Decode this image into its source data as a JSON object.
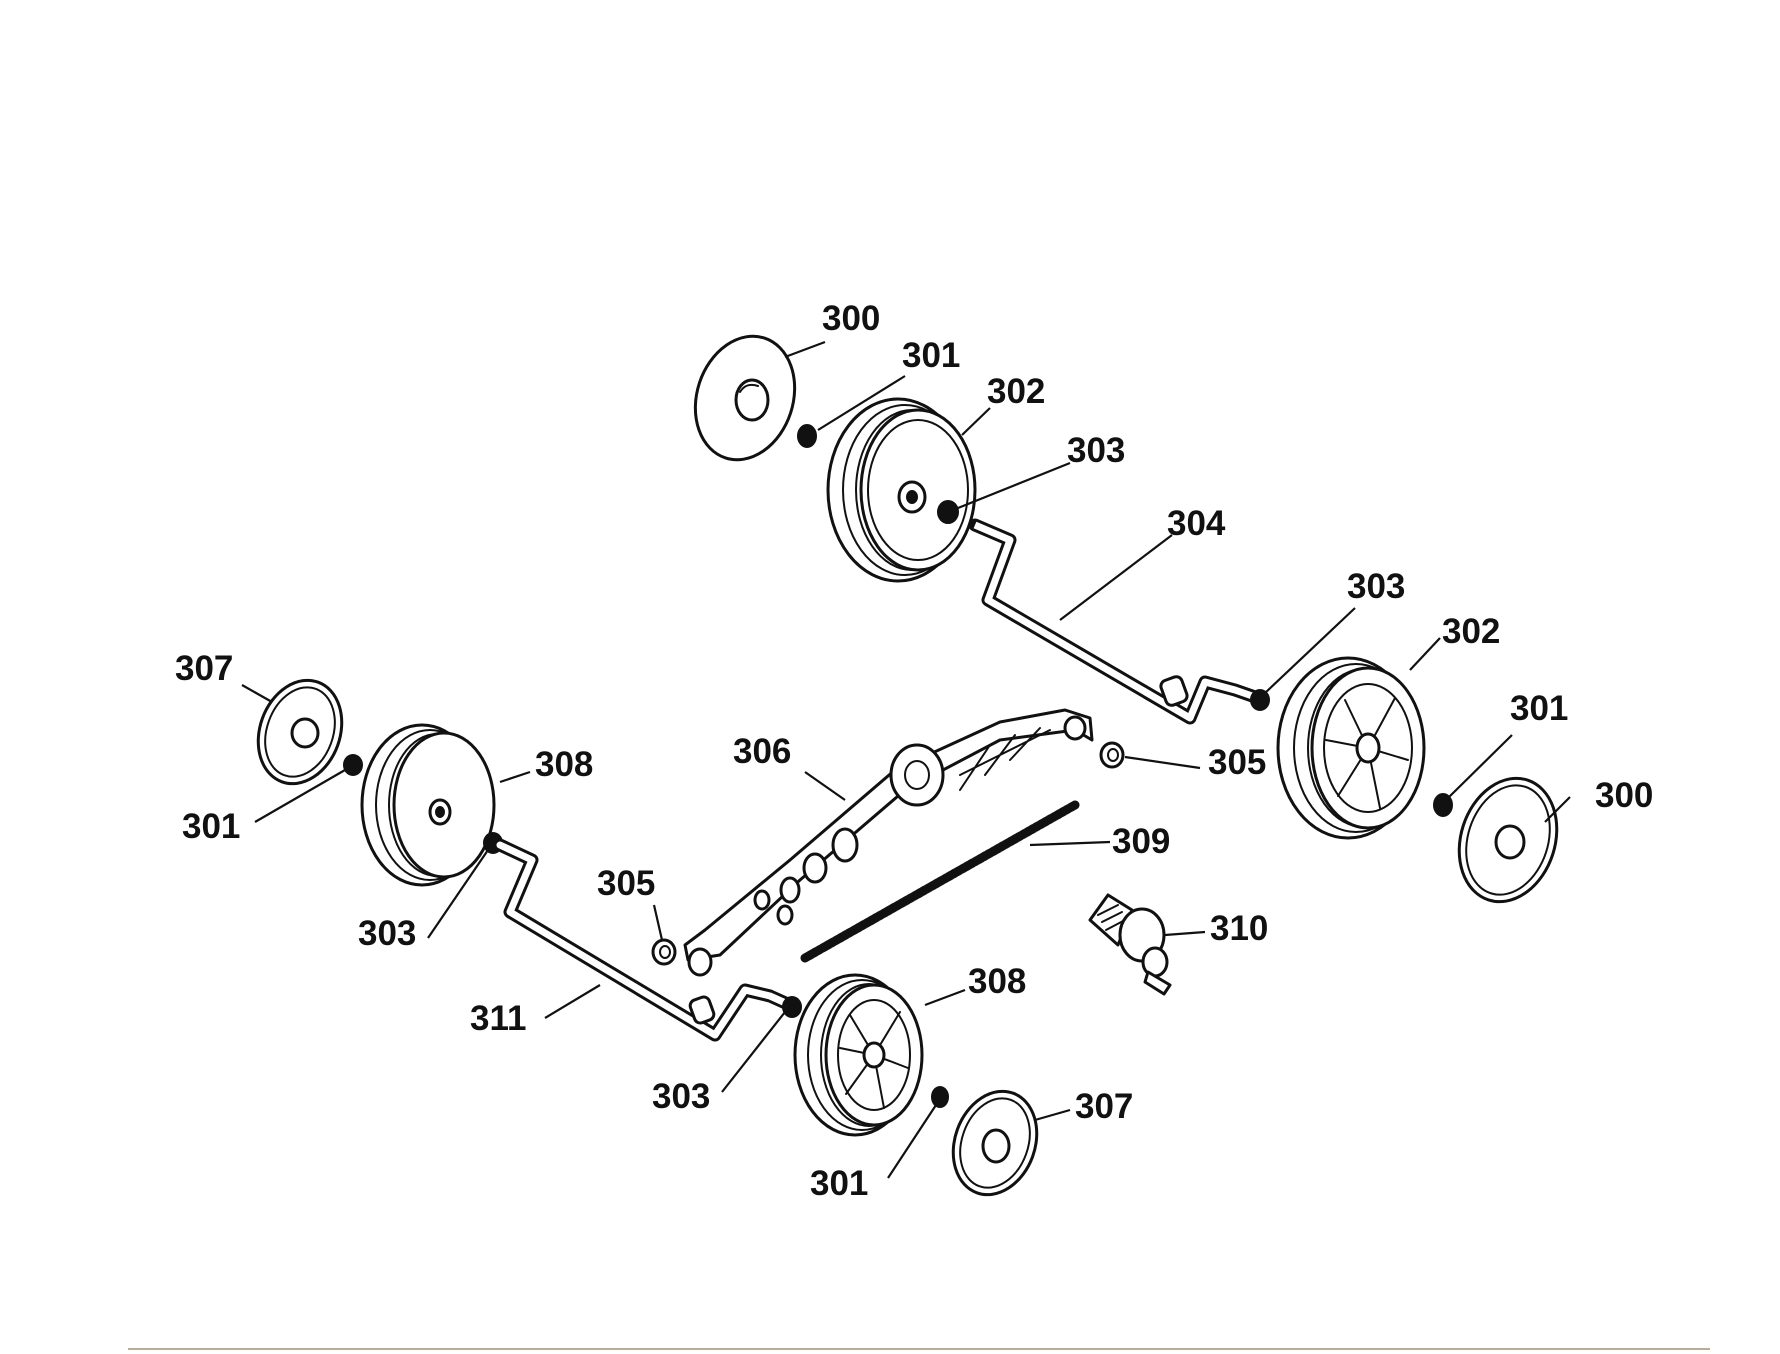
{
  "diagram": {
    "callouts": [
      {
        "id": "c300a",
        "text": "300"
      },
      {
        "id": "c301a",
        "text": "301"
      },
      {
        "id": "c302a",
        "text": "302"
      },
      {
        "id": "c303a",
        "text": "303"
      },
      {
        "id": "c304",
        "text": "304"
      },
      {
        "id": "c303b",
        "text": "303"
      },
      {
        "id": "c302b",
        "text": "302"
      },
      {
        "id": "c301b",
        "text": "301"
      },
      {
        "id": "c300b",
        "text": "300"
      },
      {
        "id": "c305a",
        "text": "305"
      },
      {
        "id": "c306",
        "text": "306"
      },
      {
        "id": "c309",
        "text": "309"
      },
      {
        "id": "c310",
        "text": "310"
      },
      {
        "id": "c307a",
        "text": "307"
      },
      {
        "id": "c301c",
        "text": "301"
      },
      {
        "id": "c308a",
        "text": "308"
      },
      {
        "id": "c303c",
        "text": "303"
      },
      {
        "id": "c305b",
        "text": "305"
      },
      {
        "id": "c311",
        "text": "311"
      },
      {
        "id": "c303d",
        "text": "303"
      },
      {
        "id": "c308b",
        "text": "308"
      },
      {
        "id": "c301d",
        "text": "301"
      },
      {
        "id": "c307b",
        "text": "307"
      }
    ]
  }
}
